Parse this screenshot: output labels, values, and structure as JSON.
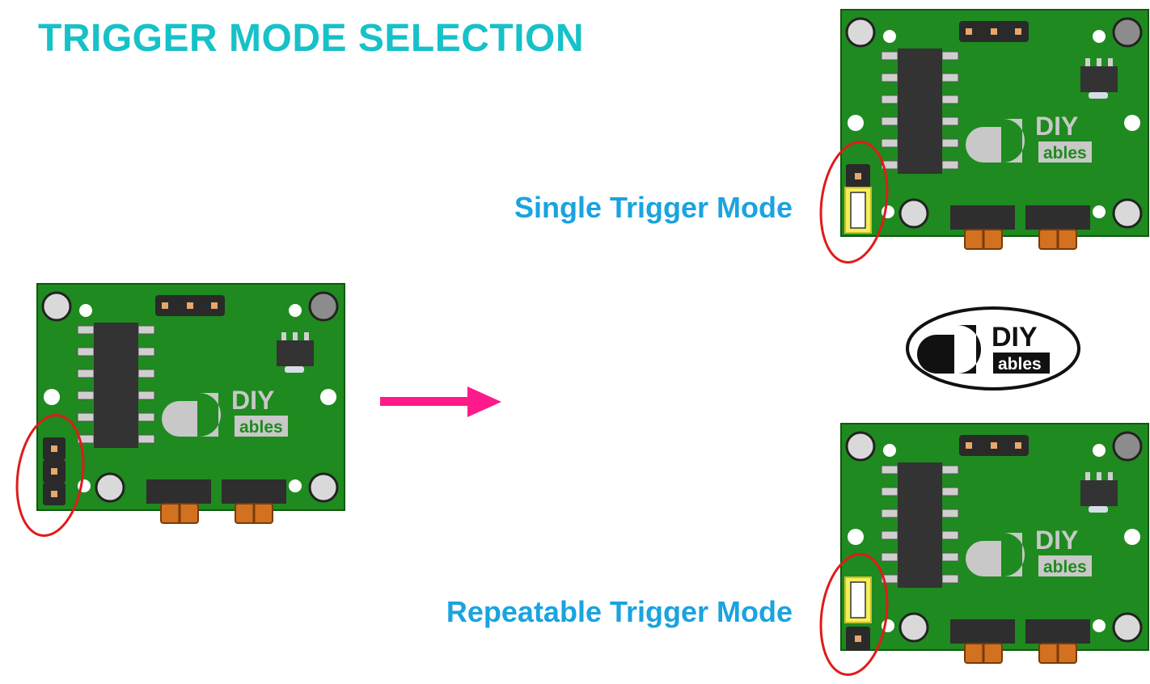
{
  "title": "TRIGGER MODE SELECTION",
  "modes": {
    "single": "Single Trigger Mode",
    "repeatable": "Repeatable Trigger Mode"
  },
  "logo": {
    "top": "DIY",
    "bottom": "ables"
  },
  "colors": {
    "title": "#17c1c8",
    "label": "#1aa3e0",
    "pcb": "#1f8a1f",
    "arrow": "#ff1a8c",
    "circle": "#e01b1b",
    "jumper": "#f5ee5a"
  },
  "icons": [
    "arrow-right-icon",
    "diyables-logo"
  ]
}
